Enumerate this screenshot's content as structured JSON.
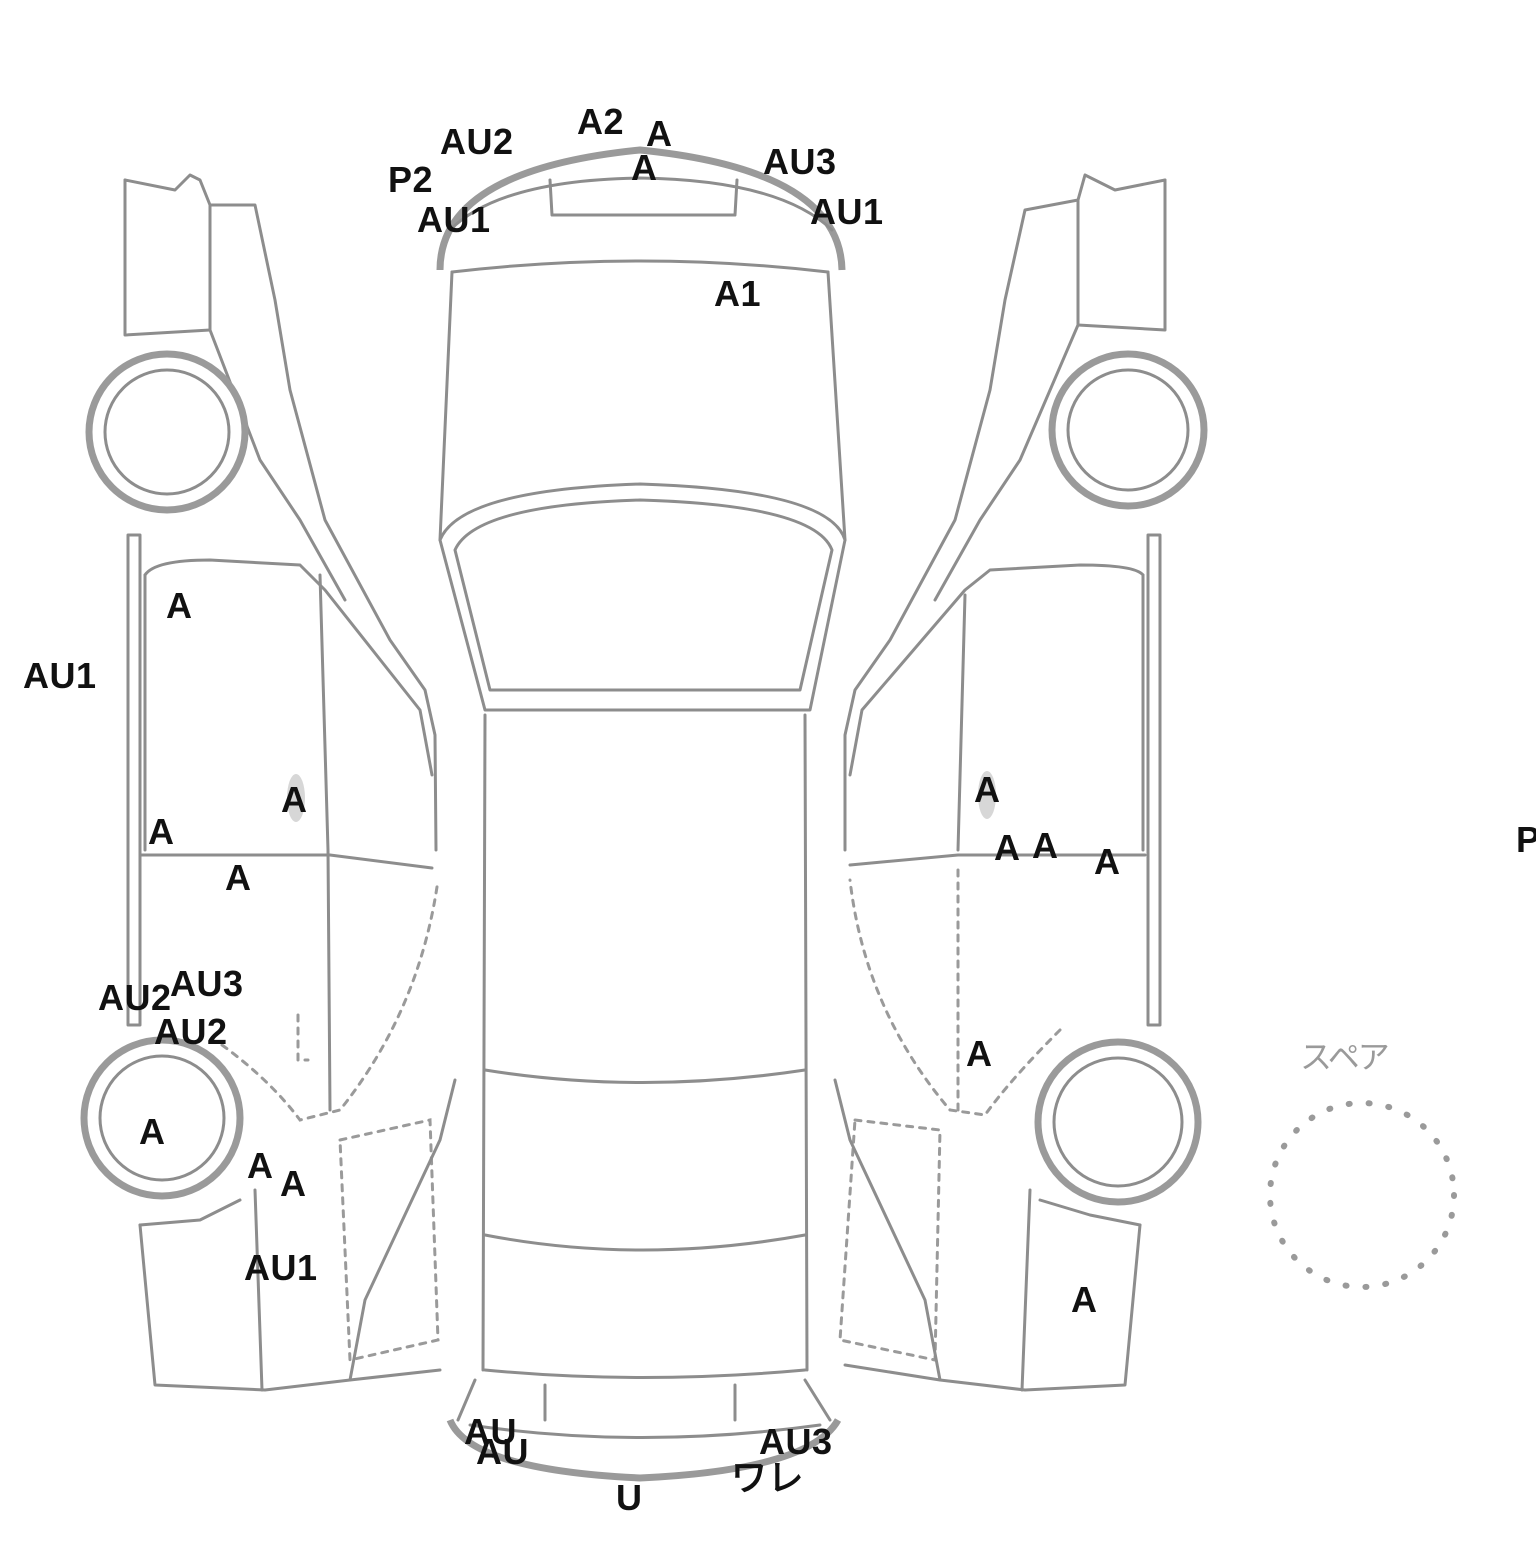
{
  "spare_label": "スペア",
  "marks": {
    "front_a2": "A2",
    "front_au2": "AU2",
    "front_a_top": "A",
    "front_p2": "P2",
    "front_a_mid": "A",
    "front_au3": "AU3",
    "front_au1_left": "AU1",
    "front_au1_right": "AU1",
    "hood_a1": "A1",
    "left_a_window": "A",
    "left_au1_side": "AU1",
    "left_a_handle": "A",
    "left_a_belt": "A",
    "left_a_door": "A",
    "left_au2_a": "AU2",
    "left_au3": "AU3",
    "left_au2_b": "AU2",
    "left_a_wheel": "A",
    "left_a_rear1": "A",
    "left_a_rear2": "A",
    "left_au1_rear": "AU1",
    "right_a_handle": "A",
    "right_a_belt1": "A",
    "right_a_belt2": "A",
    "right_a_belt3": "A",
    "right_a_fender": "A",
    "right_a_rear": "A",
    "edge_p": "P",
    "rear_au1": "AU",
    "rear_au2": "AU",
    "rear_au3": "AU3",
    "rear_crack": "ワレ",
    "rear_u": "U"
  }
}
